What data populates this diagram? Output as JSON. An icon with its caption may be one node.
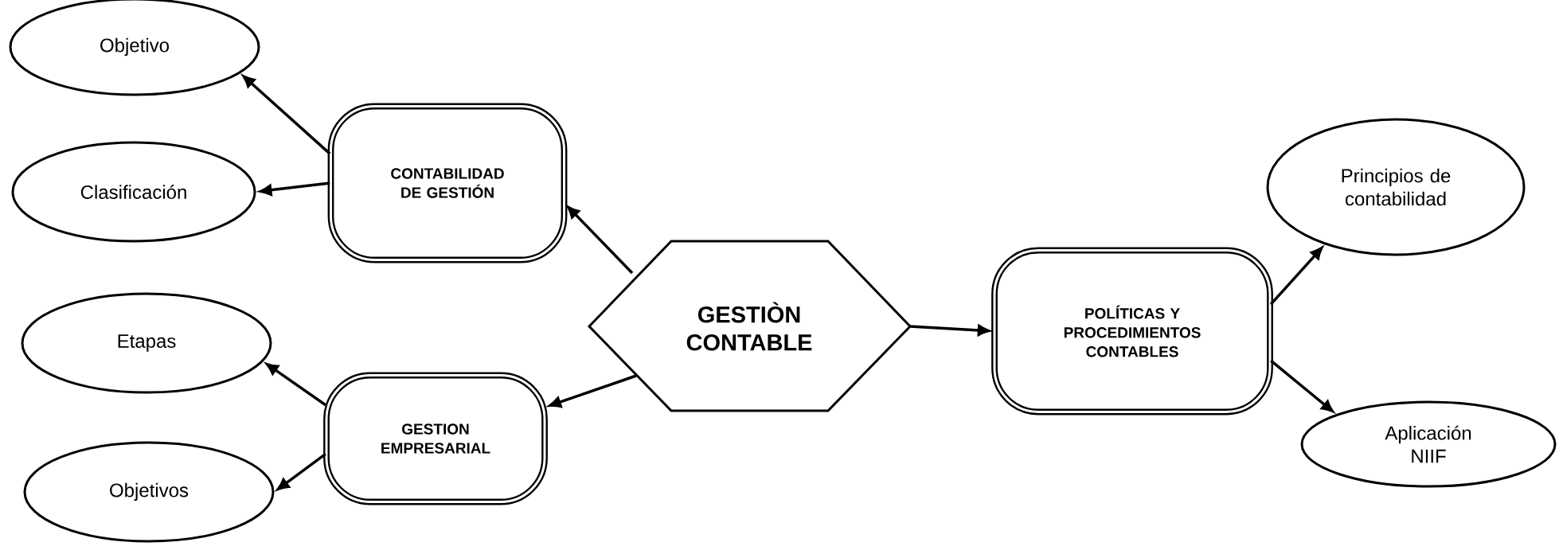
{
  "diagram": {
    "nodes": [
      {
        "text": [
          "Objetivo"
        ]
      },
      {
        "text": [
          "Clasificación"
        ]
      },
      {
        "text": [
          "CONTABILIDAD DE GESTIÓN"
        ]
      },
      {
        "text": [
          "Etapas"
        ]
      },
      {
        "text": [
          "Objetivos"
        ]
      },
      {
        "text": [
          "GESTION EMPRESARIAL"
        ]
      },
      {
        "text": [
          "GESTIÒN CONTABLE"
        ]
      },
      {
        "text": [
          "Principios de contabilidad"
        ]
      },
      {
        "text": [
          "POLÍTICAS Y PROCEDIMIENTOS CONTABLES"
        ]
      },
      {
        "text": [
          "Aplicación NIIF"
        ]
      }
    ],
    "edges": [
      {
        "from": 6,
        "to": 2,
        "arrow": "to"
      },
      {
        "from": 6,
        "to": 5,
        "arrow": "to"
      },
      {
        "from": 6,
        "to": 8,
        "arrow": "to"
      },
      {
        "from": 2,
        "to": 0,
        "arrow": "to"
      },
      {
        "from": 2,
        "to": 1,
        "arrow": "to"
      },
      {
        "from": 5,
        "to": 3,
        "arrow": "to"
      },
      {
        "from": 5,
        "to": 4,
        "arrow": "to"
      },
      {
        "from": 8,
        "to": 7,
        "arrow": "to"
      },
      {
        "from": 8,
        "to": 9,
        "arrow": "to"
      }
    ]
  }
}
